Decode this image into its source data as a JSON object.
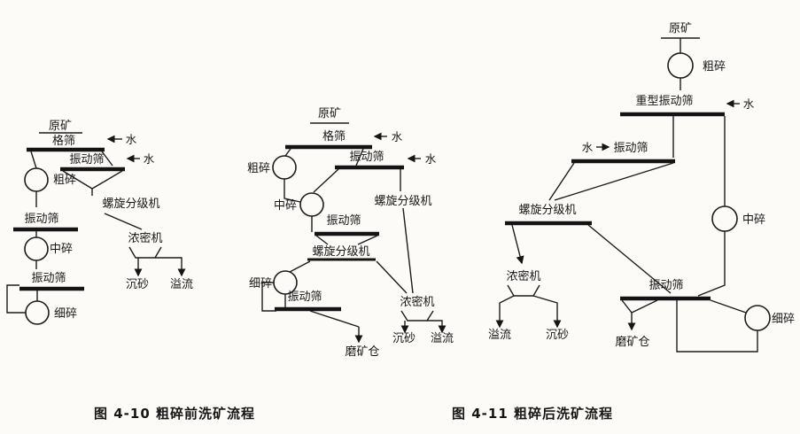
{
  "page": {
    "fig10_caption": "图 4-10  粗碎前洗矿流程",
    "fig11_caption": "图 4-11  粗碎后洗矿流程"
  },
  "d1": {
    "raw_ore": "原矿",
    "grid_screen": "格筛",
    "water_grid": "水",
    "coarse_crusher": "粗碎",
    "vib_screen_1": "振动筛",
    "water_vib": "水",
    "vib_screen_2": "振动筛",
    "medium_crusher": "中碎",
    "vib_screen_3": "振动筛",
    "fine_crusher": "细碎",
    "spiral_classifier": "螺旋分级机",
    "thickener": "浓密机",
    "sands": "沉砂",
    "overflow": "溢流"
  },
  "d2": {
    "raw_ore": "原矿",
    "grid_screen": "格筛",
    "water_grid": "水",
    "coarse_crusher": "粗碎",
    "vib_screen_1": "振动筛",
    "water_vib": "水",
    "medium_crusher": "中碎",
    "vib_screen_2": "振动筛",
    "spiral_classifier_1": "螺旋分级机",
    "spiral_classifier_2": "螺旋分级机",
    "fine_crusher": "细碎",
    "vib_screen_3": "振动筛",
    "thickener": "浓密机",
    "sands": "沉砂",
    "overflow": "溢流",
    "ore_bin": "磨矿仓"
  },
  "d3": {
    "raw_ore": "原矿",
    "coarse_crusher": "粗碎",
    "heavy_vib_screen": "重型振动筛",
    "water_heavy": "水",
    "water_vib": "水",
    "vib_screen_1": "振动筛",
    "spiral_classifier": "螺旋分级机",
    "medium_crusher": "中碎",
    "thickener": "浓密机",
    "vib_screen_2": "振动筛",
    "overflow": "溢流",
    "sands": "沉砂",
    "ore_bin": "磨矿仓",
    "fine_crusher": "细碎"
  }
}
